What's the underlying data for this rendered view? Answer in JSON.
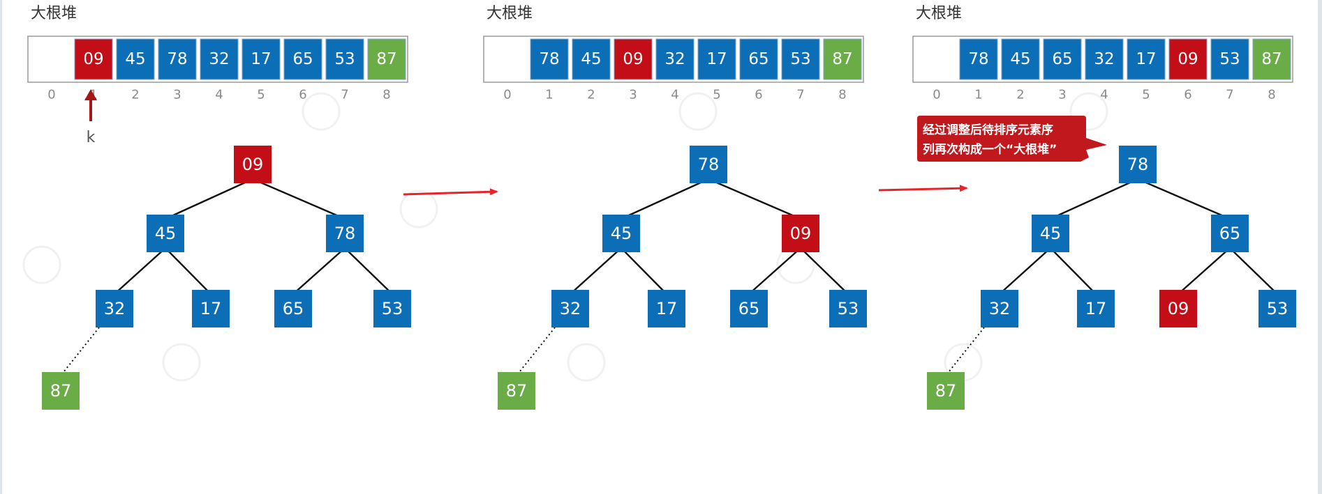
{
  "colors": {
    "blue": "#0b6eb7",
    "red": "#c30d17",
    "green": "#6aac46",
    "arrow_red": "#e8232b",
    "k_arrow": "#a81515",
    "callout": "#c0181c"
  },
  "index_labels": [
    "0",
    "1",
    "2",
    "3",
    "4",
    "5",
    "6",
    "7",
    "8"
  ],
  "panels": [
    {
      "title": "大根堆",
      "array": [
        {
          "value": "",
          "color": "white"
        },
        {
          "value": "09",
          "color": "red"
        },
        {
          "value": "45",
          "color": "blue"
        },
        {
          "value": "78",
          "color": "blue"
        },
        {
          "value": "32",
          "color": "blue"
        },
        {
          "value": "17",
          "color": "blue"
        },
        {
          "value": "65",
          "color": "blue"
        },
        {
          "value": "53",
          "color": "blue"
        },
        {
          "value": "87",
          "color": "green"
        }
      ],
      "pointer_label": "k",
      "tree": [
        {
          "value": "09",
          "color": "red"
        },
        {
          "value": "45",
          "color": "blue"
        },
        {
          "value": "78",
          "color": "blue"
        },
        {
          "value": "32",
          "color": "blue"
        },
        {
          "value": "17",
          "color": "blue"
        },
        {
          "value": "65",
          "color": "blue"
        },
        {
          "value": "53",
          "color": "blue"
        },
        {
          "value": "87",
          "color": "green"
        }
      ]
    },
    {
      "title": "大根堆",
      "array": [
        {
          "value": "",
          "color": "white"
        },
        {
          "value": "78",
          "color": "blue"
        },
        {
          "value": "45",
          "color": "blue"
        },
        {
          "value": "09",
          "color": "red"
        },
        {
          "value": "32",
          "color": "blue"
        },
        {
          "value": "17",
          "color": "blue"
        },
        {
          "value": "65",
          "color": "blue"
        },
        {
          "value": "53",
          "color": "blue"
        },
        {
          "value": "87",
          "color": "green"
        }
      ],
      "tree": [
        {
          "value": "78",
          "color": "blue"
        },
        {
          "value": "45",
          "color": "blue"
        },
        {
          "value": "09",
          "color": "red"
        },
        {
          "value": "32",
          "color": "blue"
        },
        {
          "value": "17",
          "color": "blue"
        },
        {
          "value": "65",
          "color": "blue"
        },
        {
          "value": "53",
          "color": "blue"
        },
        {
          "value": "87",
          "color": "green"
        }
      ]
    },
    {
      "title": "大根堆",
      "array": [
        {
          "value": "",
          "color": "white"
        },
        {
          "value": "78",
          "color": "blue"
        },
        {
          "value": "45",
          "color": "blue"
        },
        {
          "value": "65",
          "color": "blue"
        },
        {
          "value": "32",
          "color": "blue"
        },
        {
          "value": "17",
          "color": "blue"
        },
        {
          "value": "09",
          "color": "red"
        },
        {
          "value": "53",
          "color": "blue"
        },
        {
          "value": "87",
          "color": "green"
        }
      ],
      "callout": {
        "line1": "经过调整后待排序元素序",
        "line2": "列再次构成一个“大根堆”"
      },
      "tree": [
        {
          "value": "78",
          "color": "blue"
        },
        {
          "value": "45",
          "color": "blue"
        },
        {
          "value": "65",
          "color": "blue"
        },
        {
          "value": "32",
          "color": "blue"
        },
        {
          "value": "17",
          "color": "blue"
        },
        {
          "value": "09",
          "color": "red"
        },
        {
          "value": "53",
          "color": "blue"
        },
        {
          "value": "87",
          "color": "green"
        }
      ]
    }
  ]
}
